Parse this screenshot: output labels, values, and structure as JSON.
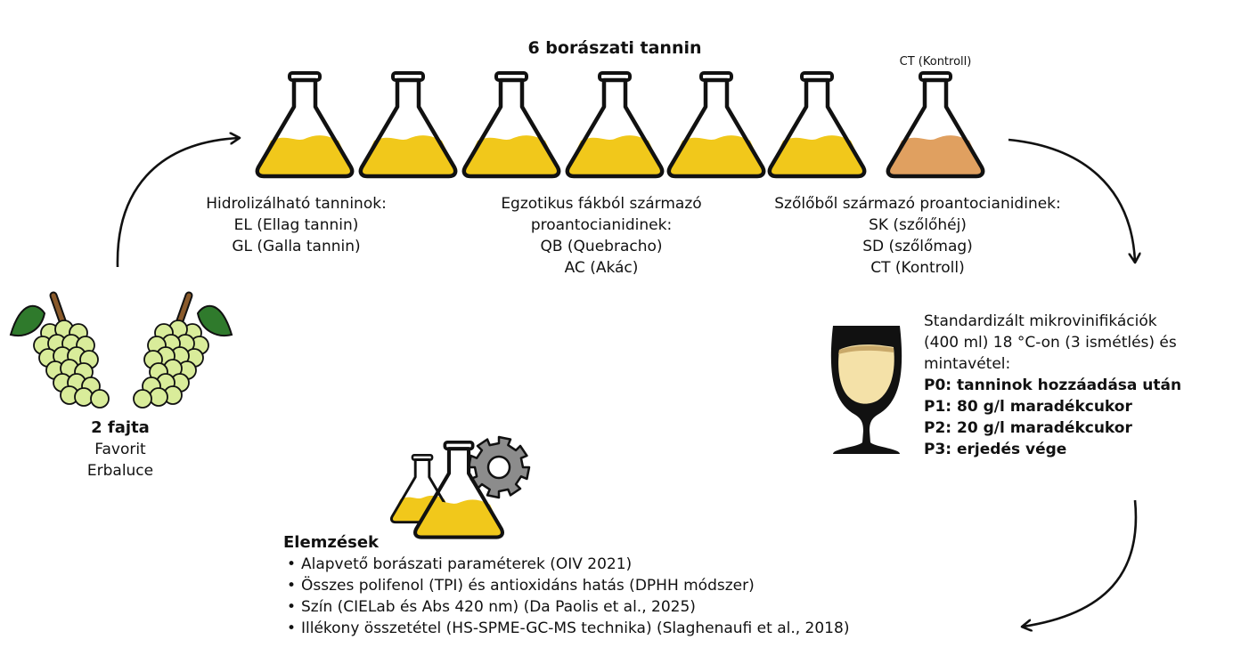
{
  "title": "6 borászati tannin",
  "control_label": "CT (Kontroll)",
  "colors": {
    "tannin_liquid": "#f1c81b",
    "control_liquid": "#e0a060",
    "wine": "#f4e1a8",
    "leaf": "#2f7a2c",
    "stem": "#8a5a2b",
    "grape": "#d9ec9a",
    "gear": "#8c8c8c"
  },
  "groups": [
    {
      "lines": [
        "Hidrolizálható tanninok:",
        "EL (Ellag tannin)",
        "GL (Galla tannin)"
      ]
    },
    {
      "lines": [
        "Egzotikus fákból származó",
        "proantocianidinek:",
        "QB (Quebracho)",
        "AC (Akác)"
      ]
    },
    {
      "lines": [
        "Szőlőből származó proantocianidinek:",
        "SK (szőlőhéj)",
        "SD (szőlőmag)",
        "CT (Kontroll)"
      ]
    }
  ],
  "grapes": {
    "title": "2 fajta",
    "varieties": [
      "Favorit",
      "Erbaluce"
    ]
  },
  "vinification": {
    "lines": [
      "Standardizált mikrovinifikációk",
      "(400 ml) 18 °C-on (3 ismétlés) és",
      "mintavétel:"
    ],
    "points": [
      "P0: tanninok hozzáadása után",
      "P1: 80 g/l maradékcukor",
      "P2: 20 g/l maradékcukor",
      "P3: erjedés vége"
    ]
  },
  "analyses": {
    "title": "Elemzések",
    "items": [
      "Alapvető borászati paraméterek (OIV 2021)",
      "Összes polifenol (TPI) és antioxidáns hatás (DPHH módszer)",
      "Szín (CIELab és Abs 420 nm) (Da Paolis et al., 2025)",
      "Illékony összetétel (HS-SPME-GC-MS technika) (Slaghenaufi et al., 2018)"
    ]
  }
}
